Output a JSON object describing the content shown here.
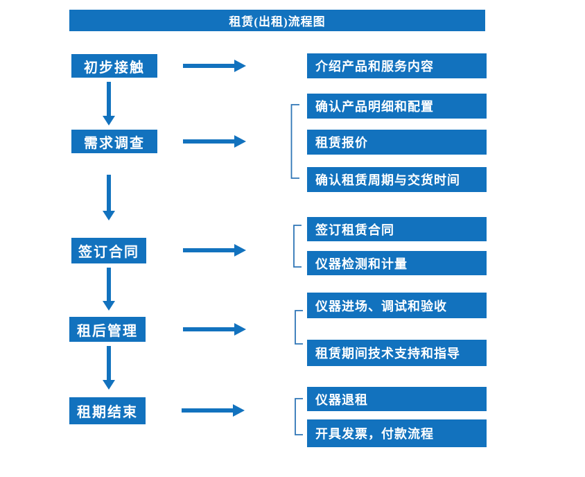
{
  "title": "租赁(出租)流程图",
  "colors": {
    "primary": "#1272BE",
    "bracket": "#2E75B6",
    "text_on_primary": "#ffffff",
    "background": "#ffffff"
  },
  "steps": [
    {
      "label": "初步接触",
      "outputs": [
        "介绍产品和服务内容"
      ]
    },
    {
      "label": "需求调查",
      "outputs": [
        "确认产品明细和配置",
        "租赁报价",
        "确认租赁周期与交货时间"
      ]
    },
    {
      "label": "签订合同",
      "outputs": [
        "签订租赁合同",
        "仪器检测和计量"
      ]
    },
    {
      "label": "租后管理",
      "outputs": [
        "仪器进场、调试和验收",
        "租赁期间技术支持和指导"
      ]
    },
    {
      "label": "租期结束",
      "outputs": [
        "仪器退租",
        "开具发票，付款流程"
      ]
    }
  ]
}
